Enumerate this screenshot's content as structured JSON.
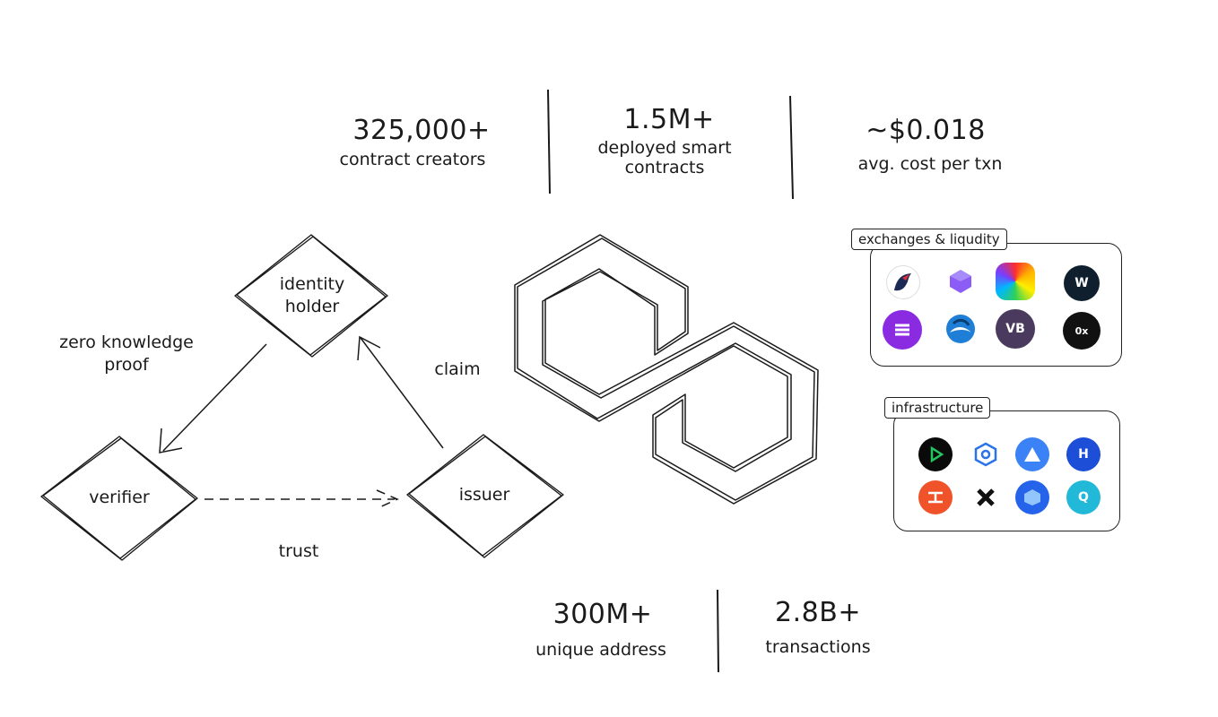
{
  "stats_top": [
    {
      "value": "325,000+",
      "label": "contract creators"
    },
    {
      "value": "1.5M+",
      "label": "deployed smart contracts",
      "label_lines": [
        "deployed smart",
        "contracts"
      ]
    },
    {
      "value": "~$0.018",
      "label": "avg. cost per txn"
    }
  ],
  "stats_bottom": [
    {
      "value": "300M+",
      "label": "unique address"
    },
    {
      "value": "2.8B+",
      "label": "transactions"
    }
  ],
  "diagram": {
    "nodes": {
      "identity_holder": [
        "identity",
        "holder"
      ],
      "verifier": "verifier",
      "issuer": "issuer"
    },
    "edges": {
      "zkp": [
        "zero knowledge",
        "proof"
      ],
      "claim": "claim",
      "trust": "trust"
    }
  },
  "panels": {
    "exchanges": {
      "title": "exchanges & liqudity",
      "logos": [
        "1inch-unicorn-icon",
        "purple-gem-icon",
        "curve-rainbow-icon",
        "woo-icon",
        "purple-stripes-icon",
        "dragon-wave-icon",
        "vb-badge-icon",
        "0x-icon"
      ]
    },
    "infrastructure": {
      "title": "infrastructure",
      "logos": [
        "green-play-icon",
        "blue-ring-icon",
        "blue-triangle-icon",
        "blue-h-icon",
        "orange-grid-icon",
        "black-x-icon",
        "blue-cube-icon",
        "cyan-q-icon"
      ]
    }
  },
  "colors": {
    "ink": "#1a1a1a",
    "purple": "#8247e5",
    "blue": "#2a73e8"
  }
}
